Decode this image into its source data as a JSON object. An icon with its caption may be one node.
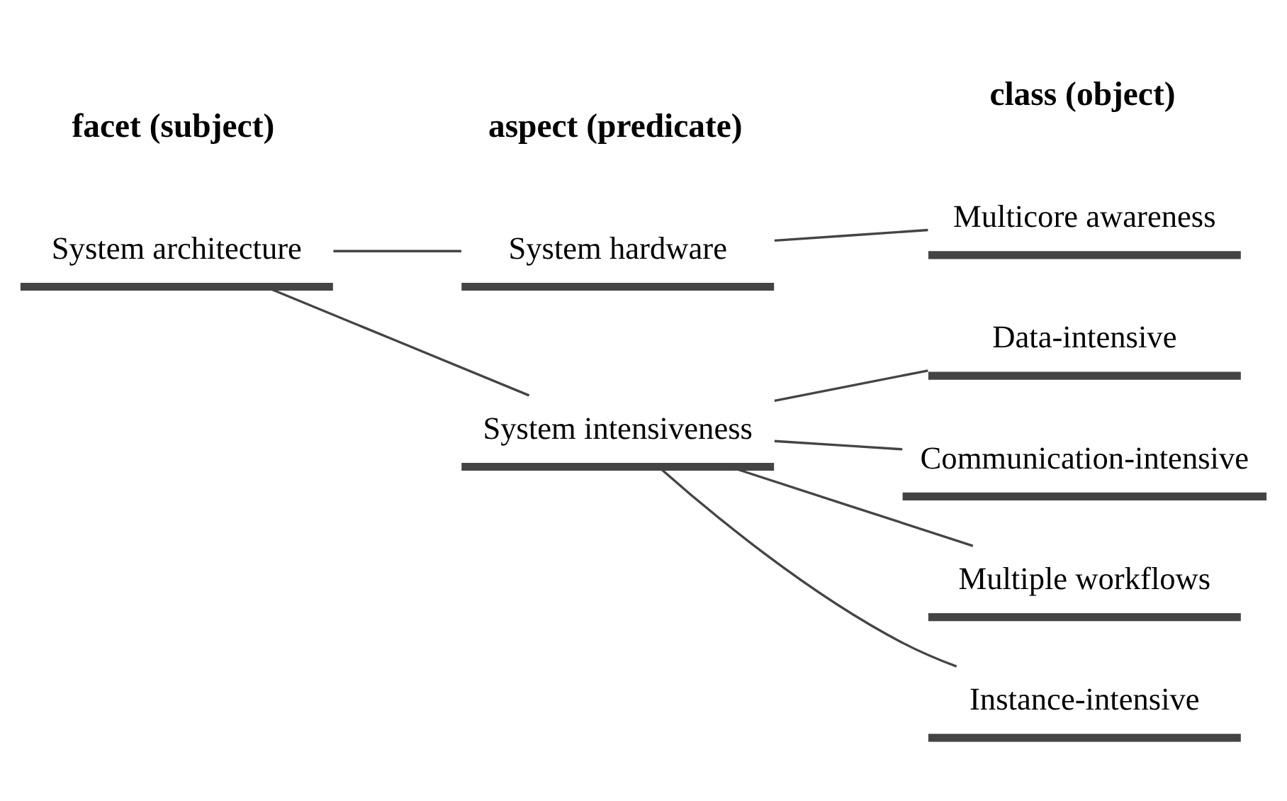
{
  "diagram": {
    "nodes": [
      {
        "text": [
          "System architecture"
        ]
      },
      {
        "text": [
          "System intensiveness"
        ]
      },
      {
        "text": [
          "System hardware"
        ]
      },
      {
        "text": [
          "Instance-intensive"
        ]
      },
      {
        "text": [
          "Data-intensive"
        ]
      },
      {
        "text": [
          "Communication-intensive"
        ]
      },
      {
        "text": [
          "Multiple workflows"
        ]
      },
      {
        "text": [
          "Multicore awareness"
        ]
      }
    ],
    "edges": [
      {
        "from": 0,
        "to": 1,
        "arrow": "none"
      },
      {
        "from": 0,
        "to": 2,
        "arrow": "none"
      },
      {
        "from": 1,
        "to": 3,
        "arrow": "none"
      },
      {
        "from": 1,
        "to": 4,
        "arrow": "none"
      },
      {
        "from": 1,
        "to": 5,
        "arrow": "none"
      },
      {
        "from": 1,
        "to": 6,
        "arrow": "none"
      },
      {
        "from": 2,
        "to": 7,
        "arrow": "none"
      }
    ],
    "labels": [
      "facet (subject)",
      "aspect (predicate)",
      "class (object)"
    ]
  }
}
